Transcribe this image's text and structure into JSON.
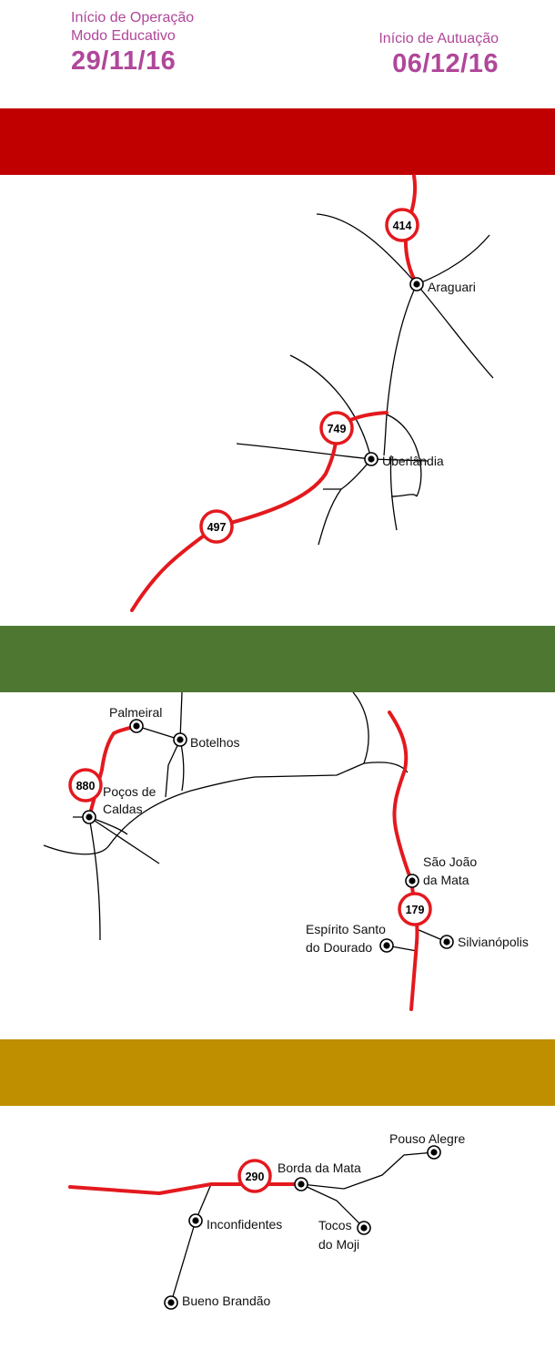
{
  "header": {
    "left": {
      "line1": "Início de Operação",
      "line2": "Modo Educativo",
      "date": "29/11/16"
    },
    "right": {
      "line1": "Início de Autuação",
      "date": "06/12/16"
    },
    "color": "#b0479a"
  },
  "bands": [
    {
      "name": "band-red",
      "color": "#c00000"
    },
    {
      "name": "band-green",
      "color": "#4e7731"
    },
    {
      "name": "band-gold",
      "color": "#bf8f00"
    }
  ],
  "radars": [
    {
      "id": "radar-414",
      "label": "414"
    },
    {
      "id": "radar-749",
      "label": "749"
    },
    {
      "id": "radar-497",
      "label": "497"
    },
    {
      "id": "radar-880",
      "label": "880"
    },
    {
      "id": "radar-179",
      "label": "179"
    },
    {
      "id": "radar-290",
      "label": "290"
    }
  ],
  "cities": {
    "araguari": "Araguari",
    "uberlandia": "Uberlândia",
    "palmeiral": "Palmeiral",
    "botelhos": "Botelhos",
    "pocos_1": "Poços de",
    "pocos_2": "Caldas",
    "sao_joao_1": "São João",
    "sao_joao_2": "da Mata",
    "espirito_1": "Espírito Santo",
    "espirito_2": "do Dourado",
    "silvianopolis": "Silvianópolis",
    "pouso_alegre": "Pouso Alegre",
    "borda_da_mata": "Borda da Mata",
    "inconfidentes": "Inconfidentes",
    "tocos_1": "Tocos",
    "tocos_2": "do Moji",
    "bueno_brandao": "Bueno Brandão"
  },
  "colors": {
    "radar_route": "#e3191e",
    "road": "#000000"
  }
}
